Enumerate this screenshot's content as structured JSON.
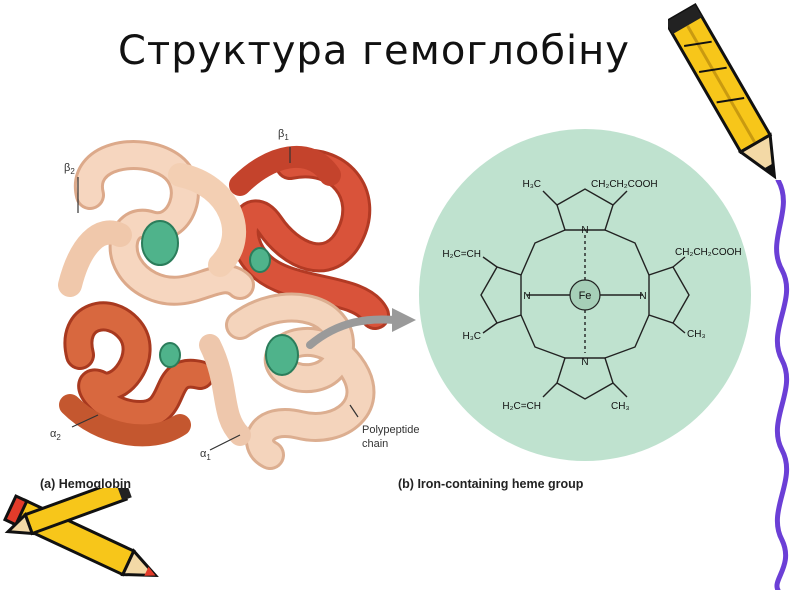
{
  "slide": {
    "title": "Структура гемоглобіну"
  },
  "figure_a": {
    "caption_letter": "(a)",
    "caption": "Hemoglobin",
    "labels": {
      "beta1": "β",
      "beta1_sub": "1",
      "beta2": "β",
      "beta2_sub": "2",
      "alpha1": "α",
      "alpha1_sub": "1",
      "alpha2": "α",
      "alpha2_sub": "2",
      "polypeptide_line1": "Polypeptide",
      "polypeptide_line2": "chain"
    }
  },
  "figure_b": {
    "caption_letter": "(b)",
    "caption": "Iron-containing heme group",
    "center_atom": "Fe",
    "nitrogen": "N",
    "substituents": {
      "top_left": "H₃C",
      "top_right": "CH₂CH₂COOH",
      "left_top": "H₂C=CH",
      "left_bottom": "H₃C",
      "right_top": "CH₂CH₂COOH",
      "right_bottom": "CH₃",
      "bottom_left": "H₂C=CH",
      "bottom_right": "CH₃"
    }
  },
  "colors": {
    "heme_circle": "#bfe2cf",
    "dark_chain": "#d9533a",
    "light_chain": "#f2c5a6",
    "pencil_yellow": "#f7c61a",
    "pencil_purple": "#6b3fd6"
  },
  "decorations": [
    "pencil-top-right",
    "pencil-bottom-left",
    "purple-squiggle"
  ]
}
